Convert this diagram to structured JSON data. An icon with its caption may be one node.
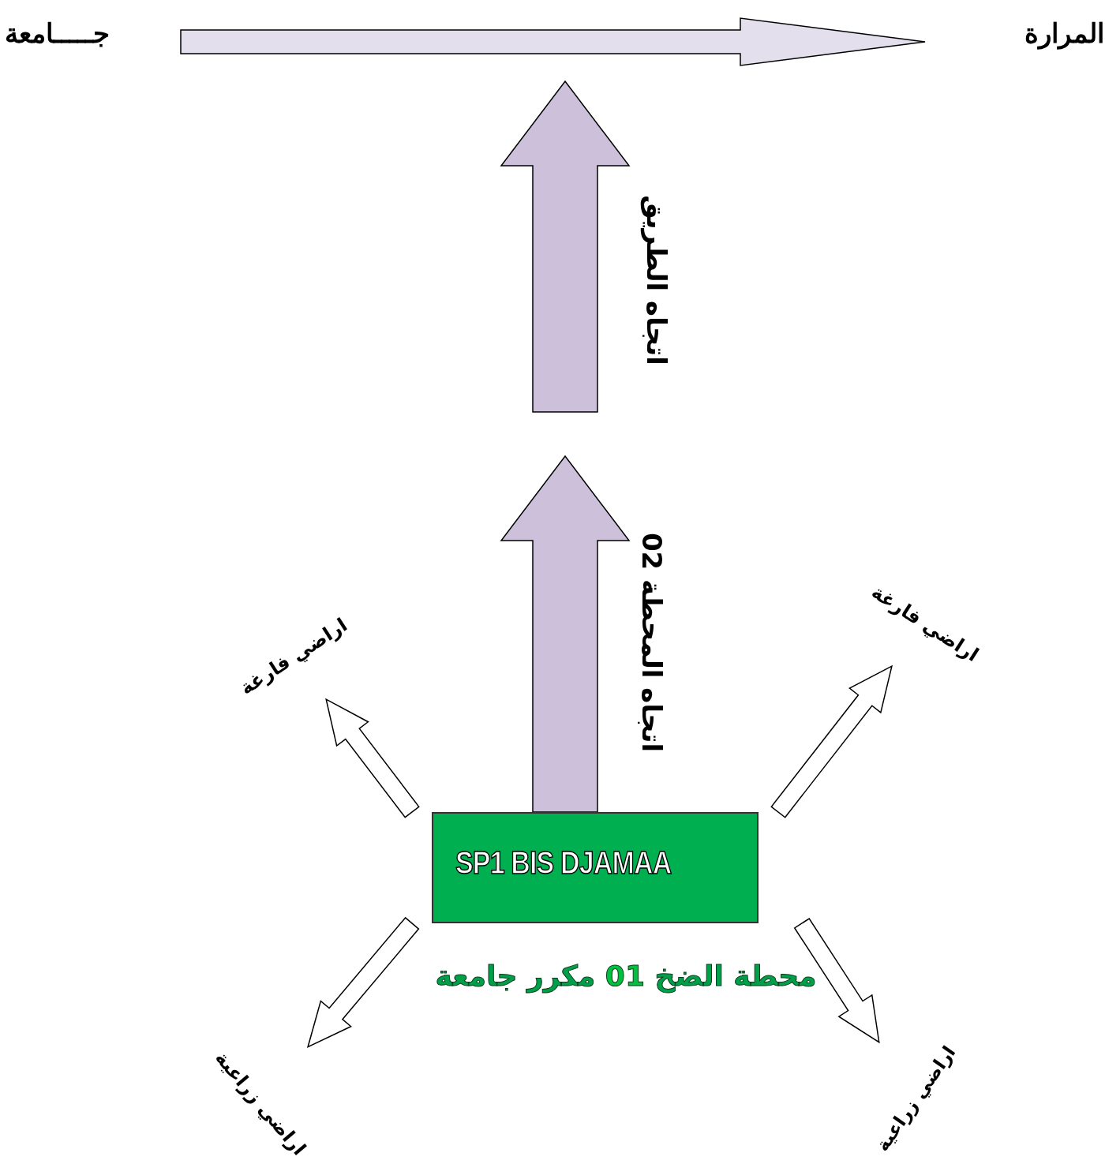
{
  "diagram": {
    "nodes": [
      {
        "text": [
          "جـــــامعة"
        ]
      },
      {
        "text": [
          "المرارة"
        ]
      },
      {
        "text": [
          "SP1 BIS DJAMAA"
        ],
        "beside": [
          "محطة الضخ **01** مكرر جامعة"
        ]
      },
      {
        "text": [
          "اراضي فارغة"
        ]
      },
      {
        "text": [
          "اراضي فارغة"
        ]
      },
      {
        "text": [
          "اراضي زراعية"
        ]
      },
      {
        "text": [
          "اراضي زراعية"
        ]
      }
    ],
    "edges": [
      {
        "from": 0,
        "to": 1,
        "arrow": "to",
        "color": "#e4dfec"
      },
      {
        "from": 2,
        "to": null,
        "arrow": "to",
        "label": "اتجاه المحطة 02",
        "color": "#ccc0da"
      },
      {
        "from": 2,
        "to": 3,
        "arrow": "to"
      },
      {
        "from": 2,
        "to": 4,
        "arrow": "to"
      },
      {
        "from": 2,
        "to": 5,
        "arrow": "to"
      },
      {
        "from": 2,
        "to": 6,
        "arrow": "to"
      }
    ],
    "labels": [
      "اتجاه الطريق"
    ]
  }
}
